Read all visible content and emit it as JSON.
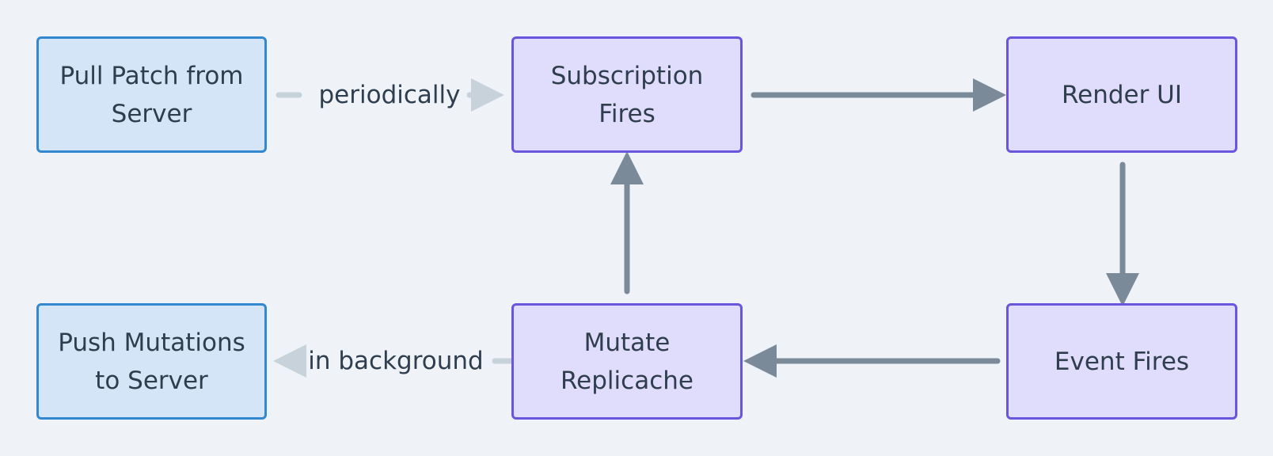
{
  "nodes": {
    "pull_patch": {
      "label": "Pull Patch from\nServer"
    },
    "push_mutations": {
      "label": "Push Mutations\nto Server"
    },
    "subscription_fires": {
      "label": "Subscription\nFires"
    },
    "mutate_replicache": {
      "label": "Mutate\nReplicache"
    },
    "render_ui": {
      "label": "Render UI"
    },
    "event_fires": {
      "label": "Event Fires"
    }
  },
  "edges": {
    "pull_to_subscription": {
      "label": "periodically"
    },
    "mutate_to_push": {
      "label": "in background"
    }
  },
  "colors": {
    "background": "#eff3f7",
    "server_fill": "#d4e5f7",
    "server_border": "#3288cf",
    "client_fill": "#e0dcfb",
    "client_border": "#6a55de",
    "arrow_primary": "#7a8a99",
    "arrow_faded": "#c8d2da",
    "text": "#2f3e4e"
  }
}
